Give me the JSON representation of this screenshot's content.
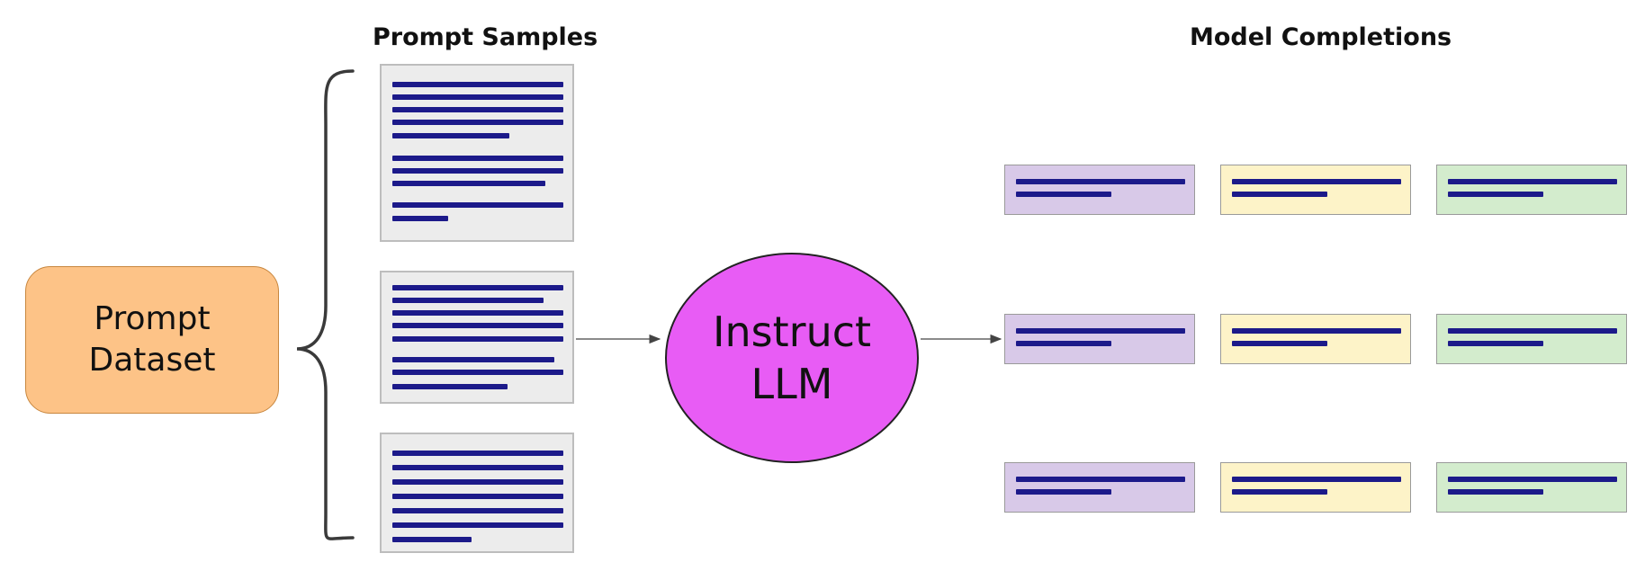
{
  "headings": {
    "prompt_samples": "Prompt Samples",
    "model_completions": "Model Completions"
  },
  "prompt_dataset": {
    "line1": "Prompt",
    "line2": "Dataset"
  },
  "model": {
    "line1": "Instruct",
    "line2": "LLM"
  },
  "colors": {
    "dataset_fill": "#fdc387",
    "model_fill": "#e85cf5",
    "text_line": "#1c1a8a",
    "doc_fill": "#ececec",
    "completion_fills": [
      "#d8c9e8",
      "#fdf3c8",
      "#d3eccd"
    ]
  },
  "prompt_samples": {
    "count": 3
  },
  "completions": {
    "rows": 3,
    "columns": 3
  }
}
